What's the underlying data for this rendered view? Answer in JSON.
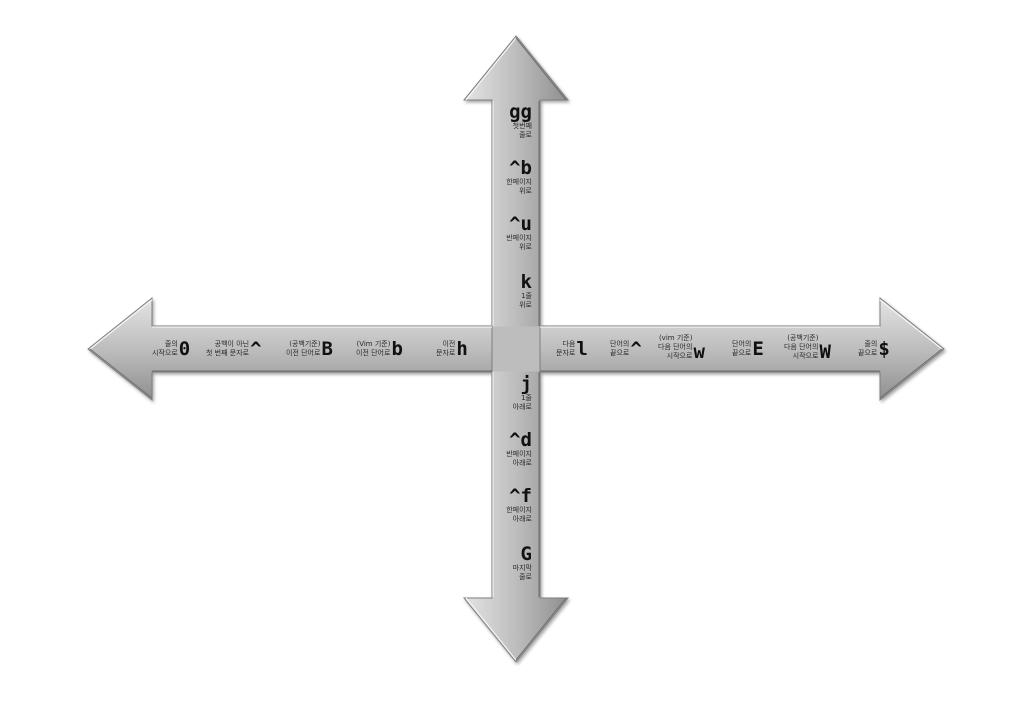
{
  "colors": {
    "arrow_fill": "#bdbdbd",
    "arrow_light": "#e2e2e2",
    "arrow_dark": "#8a8a8a",
    "text": "#111111"
  },
  "left_items": [
    {
      "key": "0",
      "line1": "줄의",
      "line2": "시작으로"
    },
    {
      "key": "^",
      "line1": "공백이 아닌",
      "line2": "첫 번째 문자로"
    },
    {
      "key": "B",
      "line1": "(공백기준)",
      "line2": "이전 단어로"
    },
    {
      "key": "b",
      "line1": "(Vim 기준)",
      "line2": "이전 단어로"
    },
    {
      "key": "h",
      "line1": "이전",
      "line2": "문자로"
    }
  ],
  "right_items": [
    {
      "key": "l",
      "line1": "다음",
      "line2": "문자로"
    },
    {
      "key": "^",
      "line1": "단어의",
      "line2": "끝으로"
    },
    {
      "key": "w",
      "line0": "(vim 기준)",
      "line1": "다음 단어의",
      "line2": "시작으로"
    },
    {
      "key": "E",
      "line1": "단어의",
      "line2": "끝으로"
    },
    {
      "key": "W",
      "line0": "(공백기준)",
      "line1": "다음 단어의",
      "line2": "시작으로"
    },
    {
      "key": "$",
      "line1": "줄의",
      "line2": "끝으로"
    }
  ],
  "up_items": [
    {
      "key": "gg",
      "line1": "첫번째",
      "line2": "줄로"
    },
    {
      "key": "^b",
      "line1": "한페이지",
      "line2": "위로"
    },
    {
      "key": "^u",
      "line1": "반페이지",
      "line2": "위로"
    },
    {
      "key": "k",
      "line1": "1줄",
      "line2": "위로"
    }
  ],
  "down_items": [
    {
      "key": "j",
      "line1": "1줄",
      "line2": "아래로"
    },
    {
      "key": "^d",
      "line1": "반페이지",
      "line2": "아래로"
    },
    {
      "key": "^f",
      "line1": "한페이지",
      "line2": "아래로"
    },
    {
      "key": "G",
      "line1": "마지막",
      "line2": "줄로"
    }
  ]
}
